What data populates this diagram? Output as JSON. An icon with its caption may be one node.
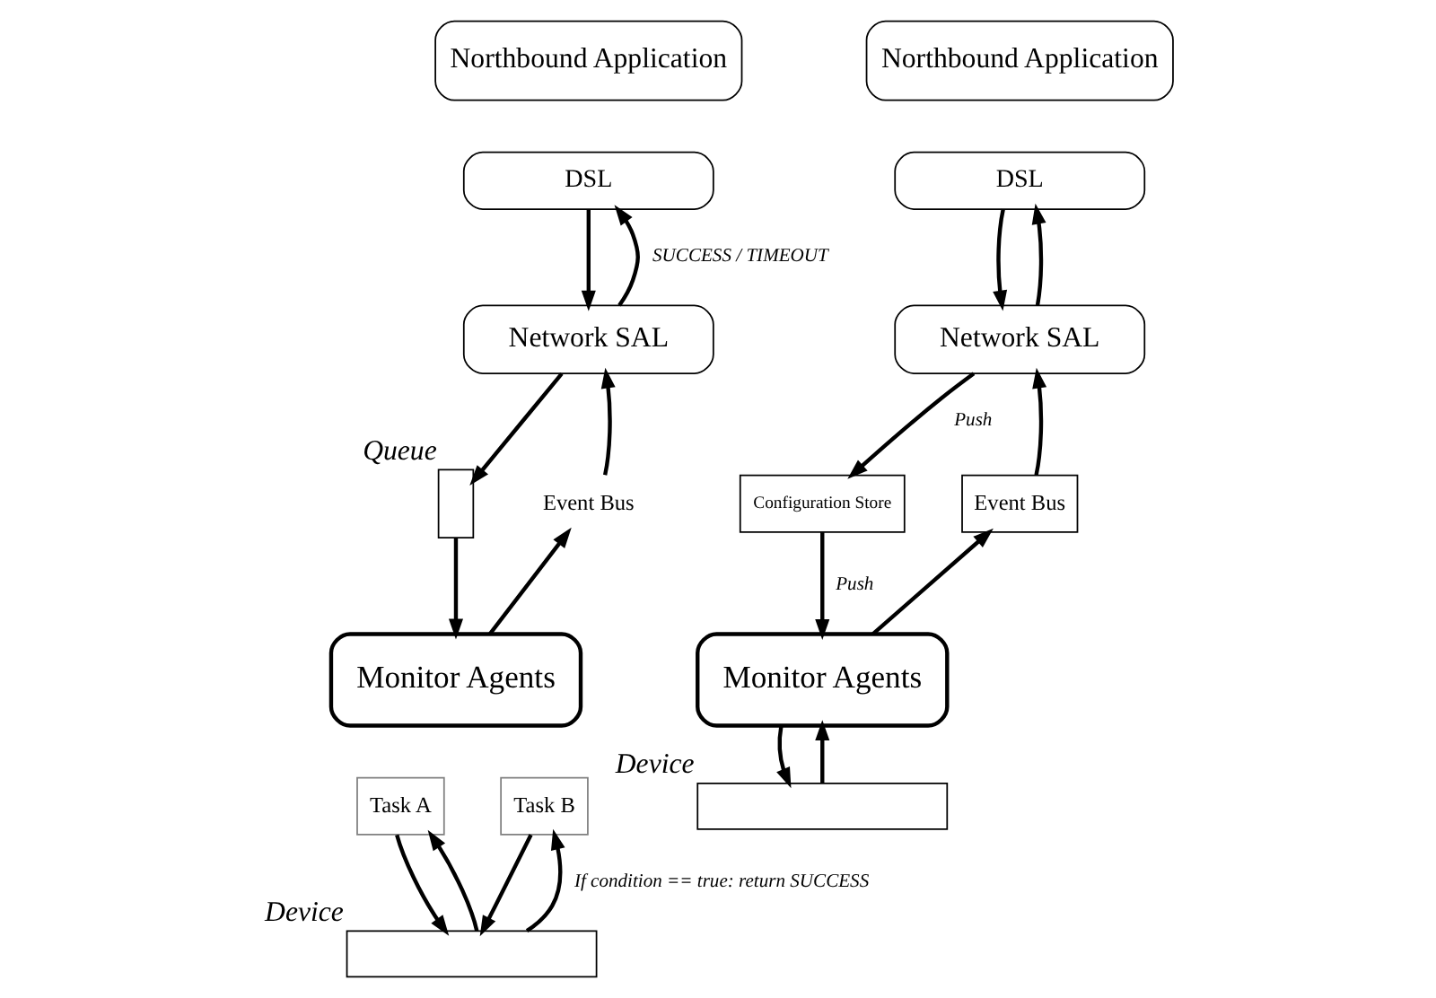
{
  "diagram": {
    "nodes": [
      {
        "text": [
          "Northbound Application"
        ]
      },
      {
        "text": [
          "DSL"
        ]
      },
      {
        "text": [
          "Network SAL"
        ]
      },
      {
        "text": [],
        "shape": "box",
        "beside": [
          "Queue"
        ]
      },
      {
        "text": [
          "Event Bus"
        ]
      },
      {
        "text": [
          "Monitor Agents"
        ]
      },
      {
        "text": [
          "Task A"
        ]
      },
      {
        "text": [
          "Task B"
        ]
      },
      {
        "text": [],
        "shape": "box",
        "beside": [
          "Device"
        ]
      },
      {
        "text": [
          "Northbound Application"
        ]
      },
      {
        "text": [
          "DSL"
        ]
      },
      {
        "text": [
          "Network SAL"
        ]
      },
      {
        "text": [
          "Configuration Store"
        ]
      },
      {
        "text": [
          "Event Bus"
        ]
      },
      {
        "text": [
          "Monitor Agents"
        ]
      },
      {
        "text": [],
        "shape": "box",
        "beside": [
          "Device"
        ]
      }
    ],
    "edges": [
      {
        "from": 1,
        "to": 2,
        "arrow": "to"
      },
      {
        "from": 2,
        "to": 1,
        "arrow": "to",
        "label": "SUCCESS / TIMEOUT"
      },
      {
        "from": 2,
        "to": 3,
        "arrow": "to"
      },
      {
        "from": 3,
        "to": 5,
        "arrow": "to"
      },
      {
        "from": 5,
        "to": 4,
        "arrow": "to"
      },
      {
        "from": 4,
        "to": 2,
        "arrow": "to"
      },
      {
        "from": 6,
        "to": 8,
        "arrow": "to"
      },
      {
        "from": 8,
        "to": 6,
        "arrow": "to"
      },
      {
        "from": 7,
        "to": 8,
        "arrow": "to"
      },
      {
        "from": 8,
        "to": 7,
        "arrow": "to",
        "label": "If condition == true: return SUCCESS"
      },
      {
        "from": 10,
        "to": 11,
        "arrow": "to"
      },
      {
        "from": 11,
        "to": 10,
        "arrow": "to"
      },
      {
        "from": 11,
        "to": 12,
        "arrow": "to",
        "label": "Push"
      },
      {
        "from": 12,
        "to": 14,
        "arrow": "to",
        "label": "Push"
      },
      {
        "from": 14,
        "to": 13,
        "arrow": "to"
      },
      {
        "from": 13,
        "to": 11,
        "arrow": "to"
      },
      {
        "from": 14,
        "to": 15,
        "arrow": "to"
      },
      {
        "from": 15,
        "to": 14,
        "arrow": "to"
      }
    ]
  }
}
